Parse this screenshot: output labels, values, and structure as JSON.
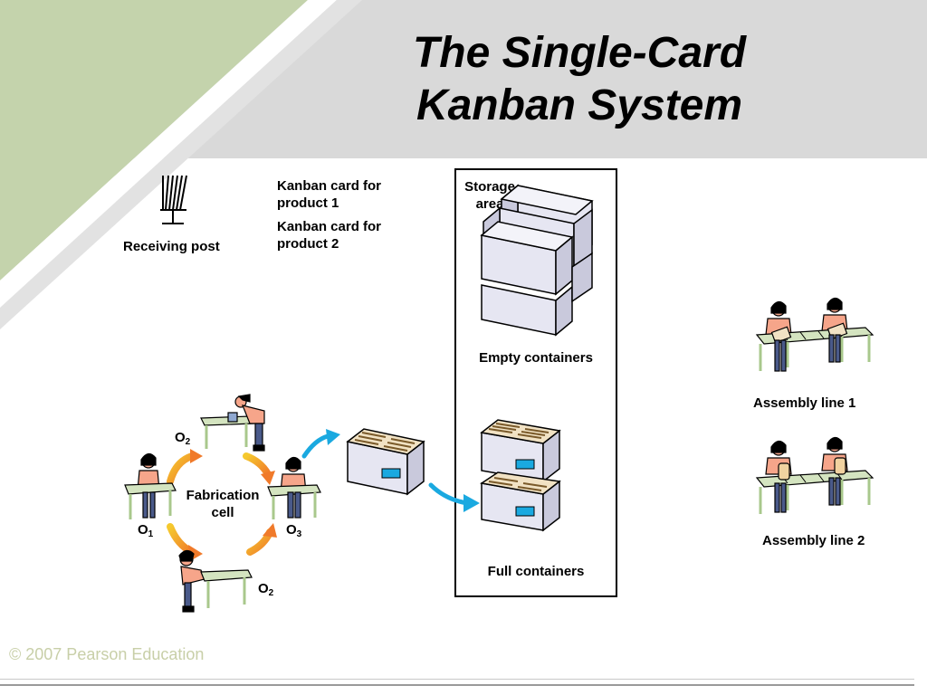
{
  "title": {
    "line1": "The Single-Card",
    "line2": "Kanban System"
  },
  "labels": {
    "receiving_post": "Receiving post",
    "kanban_card_1": "Kanban card for product 1",
    "kanban_card_2": "Kanban card for product 2",
    "storage_area": "Storage area",
    "empty_containers": "Empty containers",
    "full_containers": "Full containers",
    "assembly_line_1": "Assembly line 1",
    "assembly_line_2": "Assembly line 2",
    "fabrication_cell": "Fabrication cell"
  },
  "operators": {
    "o1": {
      "letter": "O",
      "sub": "1"
    },
    "o2_top": {
      "letter": "O",
      "sub": "2"
    },
    "o2_bottom": {
      "letter": "O",
      "sub": "2"
    },
    "o3": {
      "letter": "O",
      "sub": "3"
    }
  },
  "footer": "© 2007 Pearson Education",
  "colors": {
    "header_band": "#d9d9d9",
    "green_accent": "#c4d3ac",
    "container_face": "#e6e6f2",
    "arrow_blue": "#1aa9e0",
    "arrow_orange": "#f07a2a",
    "arrow_yellow": "#f5c92e",
    "skin": "#f6a58a"
  }
}
